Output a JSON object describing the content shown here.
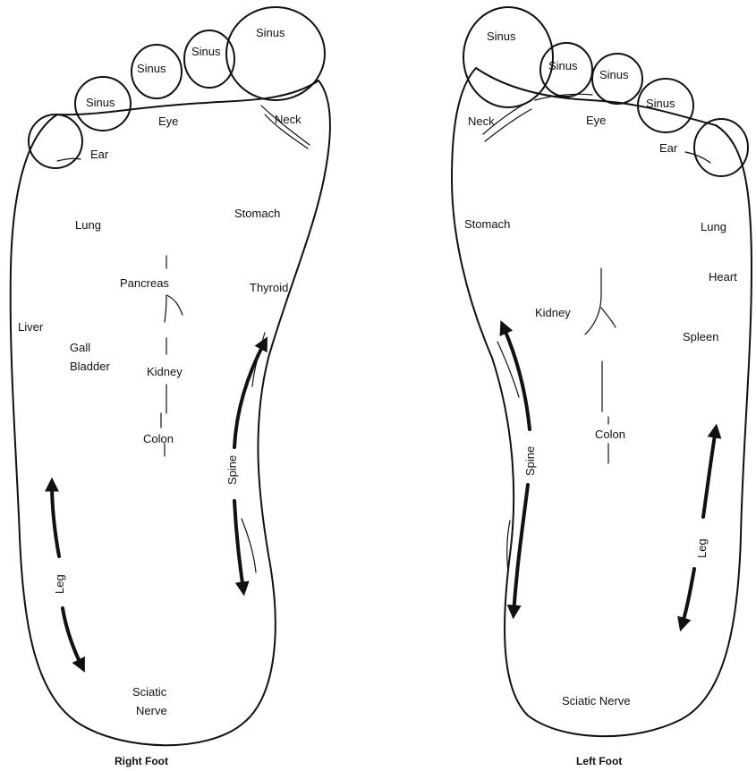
{
  "right_foot": {
    "caption": "Right Foot",
    "labels": {
      "sinus_1": "Sinus",
      "sinus_2": "Sinus",
      "sinus_3": "Sinus",
      "sinus_4": "Sinus",
      "eye": "Eye",
      "ear": "Ear",
      "neck": "Neck",
      "lung": "Lung",
      "stomach": "Stomach",
      "pancreas": "Pancreas",
      "thyroid": "Thyroid",
      "liver": "Liver",
      "gall": "Gall",
      "bladder": "Bladder",
      "kidney": "Kidney",
      "colon": "Colon",
      "spine": "Spine",
      "leg": "Leg",
      "sciatic": "Sciatic",
      "nerve": "Nerve"
    }
  },
  "left_foot": {
    "caption": "Left Foot",
    "labels": {
      "sinus_1": "Sinus",
      "sinus_2": "Sinus",
      "sinus_3": "Sinus",
      "sinus_4": "Sinus",
      "eye": "Eye",
      "ear": "Ear",
      "neck": "Neck",
      "stomach": "Stomach",
      "lung": "Lung",
      "heart": "Heart",
      "kidney": "Kidney",
      "spleen": "Spleen",
      "colon": "Colon",
      "spine": "Spine",
      "leg": "Leg",
      "sciatic_nerve": "Sciatic Nerve"
    }
  }
}
